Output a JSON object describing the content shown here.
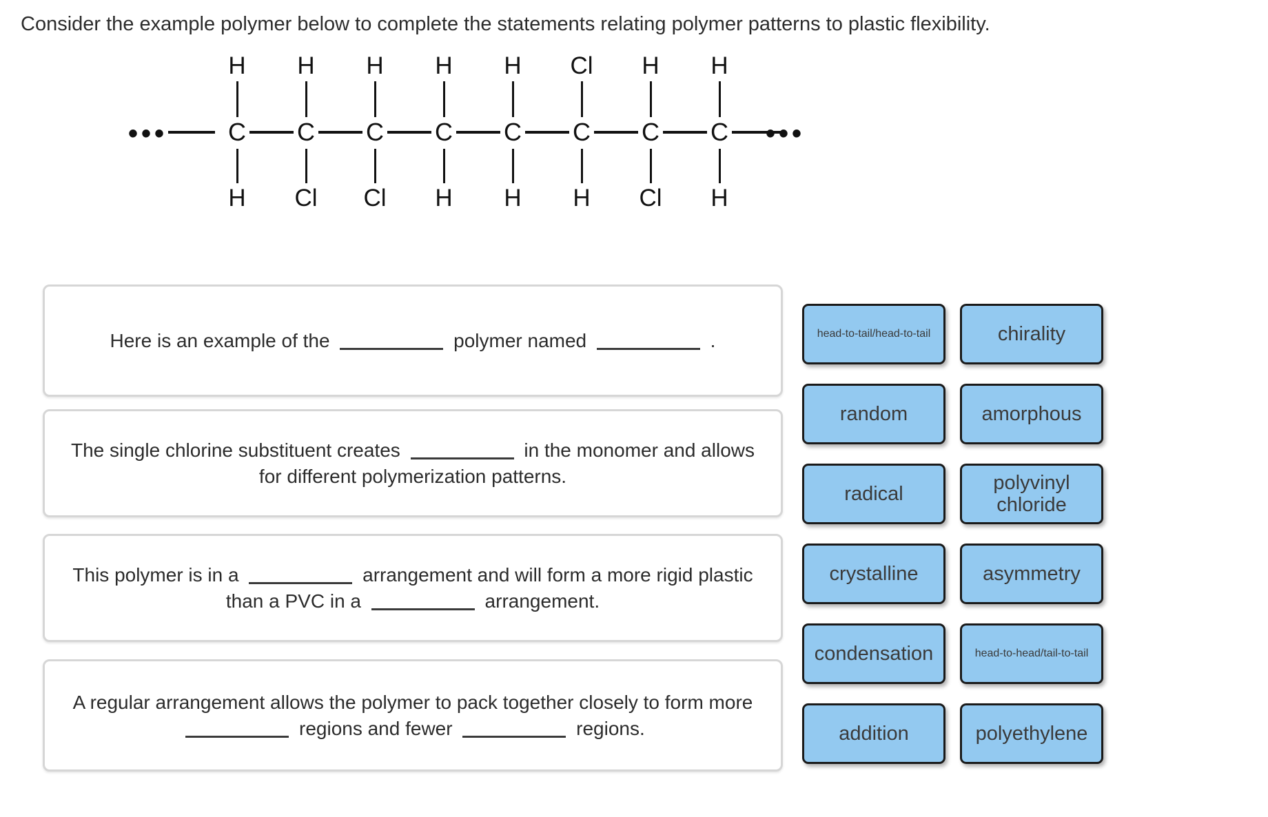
{
  "prompt": "Consider the example polymer below to complete the statements relating polymer patterns to plastic flexibility.",
  "polymer": {
    "ellipsis_left": "•••",
    "ellipsis_right": "•••",
    "backbone_atom": "C",
    "units": [
      {
        "top": "H",
        "carbon": "C",
        "bottom": "H"
      },
      {
        "top": "H",
        "carbon": "C",
        "bottom": "Cl"
      },
      {
        "top": "H",
        "carbon": "C",
        "bottom": "Cl"
      },
      {
        "top": "H",
        "carbon": "C",
        "bottom": "H"
      },
      {
        "top": "H",
        "carbon": "C",
        "bottom": "H"
      },
      {
        "top": "Cl",
        "carbon": "C",
        "bottom": "H"
      },
      {
        "top": "H",
        "carbon": "C",
        "bottom": "Cl"
      },
      {
        "top": "H",
        "carbon": "C",
        "bottom": "H"
      }
    ]
  },
  "statements": [
    {
      "id": "statement-1",
      "parts": [
        {
          "type": "text",
          "value": "Here is an example of the "
        },
        {
          "type": "blank",
          "value": ""
        },
        {
          "type": "text",
          "value": " polymer named "
        },
        {
          "type": "blank",
          "value": ""
        },
        {
          "type": "text",
          "value": " ."
        }
      ],
      "plain": "Here is an example of the ____ polymer named ____ ."
    },
    {
      "id": "statement-2",
      "parts": [
        {
          "type": "text",
          "value": "The single chlorine substituent creates "
        },
        {
          "type": "blank",
          "value": ""
        },
        {
          "type": "text",
          "value": " in the monomer and allows for different polymerization patterns."
        }
      ],
      "plain": "The single chlorine substituent creates ____ in the monomer and allows for different polymerization patterns."
    },
    {
      "id": "statement-3",
      "parts": [
        {
          "type": "text",
          "value": "This polymer is in a "
        },
        {
          "type": "blank",
          "value": ""
        },
        {
          "type": "text",
          "value": " arrangement and will form a more rigid plastic than a PVC in a "
        },
        {
          "type": "blank",
          "value": ""
        },
        {
          "type": "text",
          "value": " arrangement."
        }
      ],
      "plain": "This polymer is in a ____ arrangement and will form a more rigid plastic than a PVC in a ____ arrangement."
    },
    {
      "id": "statement-4",
      "parts": [
        {
          "type": "text",
          "value": "A regular arrangement allows the polymer to pack together closely to form more "
        },
        {
          "type": "blank",
          "value": ""
        },
        {
          "type": "text",
          "value": " regions and fewer "
        },
        {
          "type": "blank",
          "value": ""
        },
        {
          "type": "text",
          "value": " regions."
        }
      ],
      "plain": "A regular arrangement allows the polymer to pack together closely to form more ____ regions and fewer ____ regions."
    }
  ],
  "tiles": [
    {
      "label": "head-to-tail/head-to-tail",
      "size": "small",
      "col": "a",
      "row": 1
    },
    {
      "label": "chirality",
      "size": "normal",
      "col": "b",
      "row": 1
    },
    {
      "label": "random",
      "size": "normal",
      "col": "a",
      "row": 2
    },
    {
      "label": "amorphous",
      "size": "normal",
      "col": "b",
      "row": 2
    },
    {
      "label": "radical",
      "size": "normal",
      "col": "a",
      "row": 3
    },
    {
      "label": "polyvinyl chloride",
      "size": "wrap",
      "col": "b",
      "row": 3
    },
    {
      "label": "crystalline",
      "size": "normal",
      "col": "a",
      "row": 4
    },
    {
      "label": "asymmetry",
      "size": "normal",
      "col": "b",
      "row": 4
    },
    {
      "label": "condensation",
      "size": "normal",
      "col": "a",
      "row": 5
    },
    {
      "label": "head-to-head/tail-to-tail",
      "size": "small",
      "col": "b",
      "row": 5
    },
    {
      "label": "addition",
      "size": "normal",
      "col": "a",
      "row": 6
    },
    {
      "label": "polyethylene",
      "size": "normal",
      "col": "b",
      "row": 6
    }
  ],
  "colors": {
    "tile_fill": "#93c9f0",
    "tile_border": "#1a1a1a",
    "box_border": "#d6d6d6",
    "text": "#2b2b2b",
    "page_bg": "#ffffff"
  }
}
